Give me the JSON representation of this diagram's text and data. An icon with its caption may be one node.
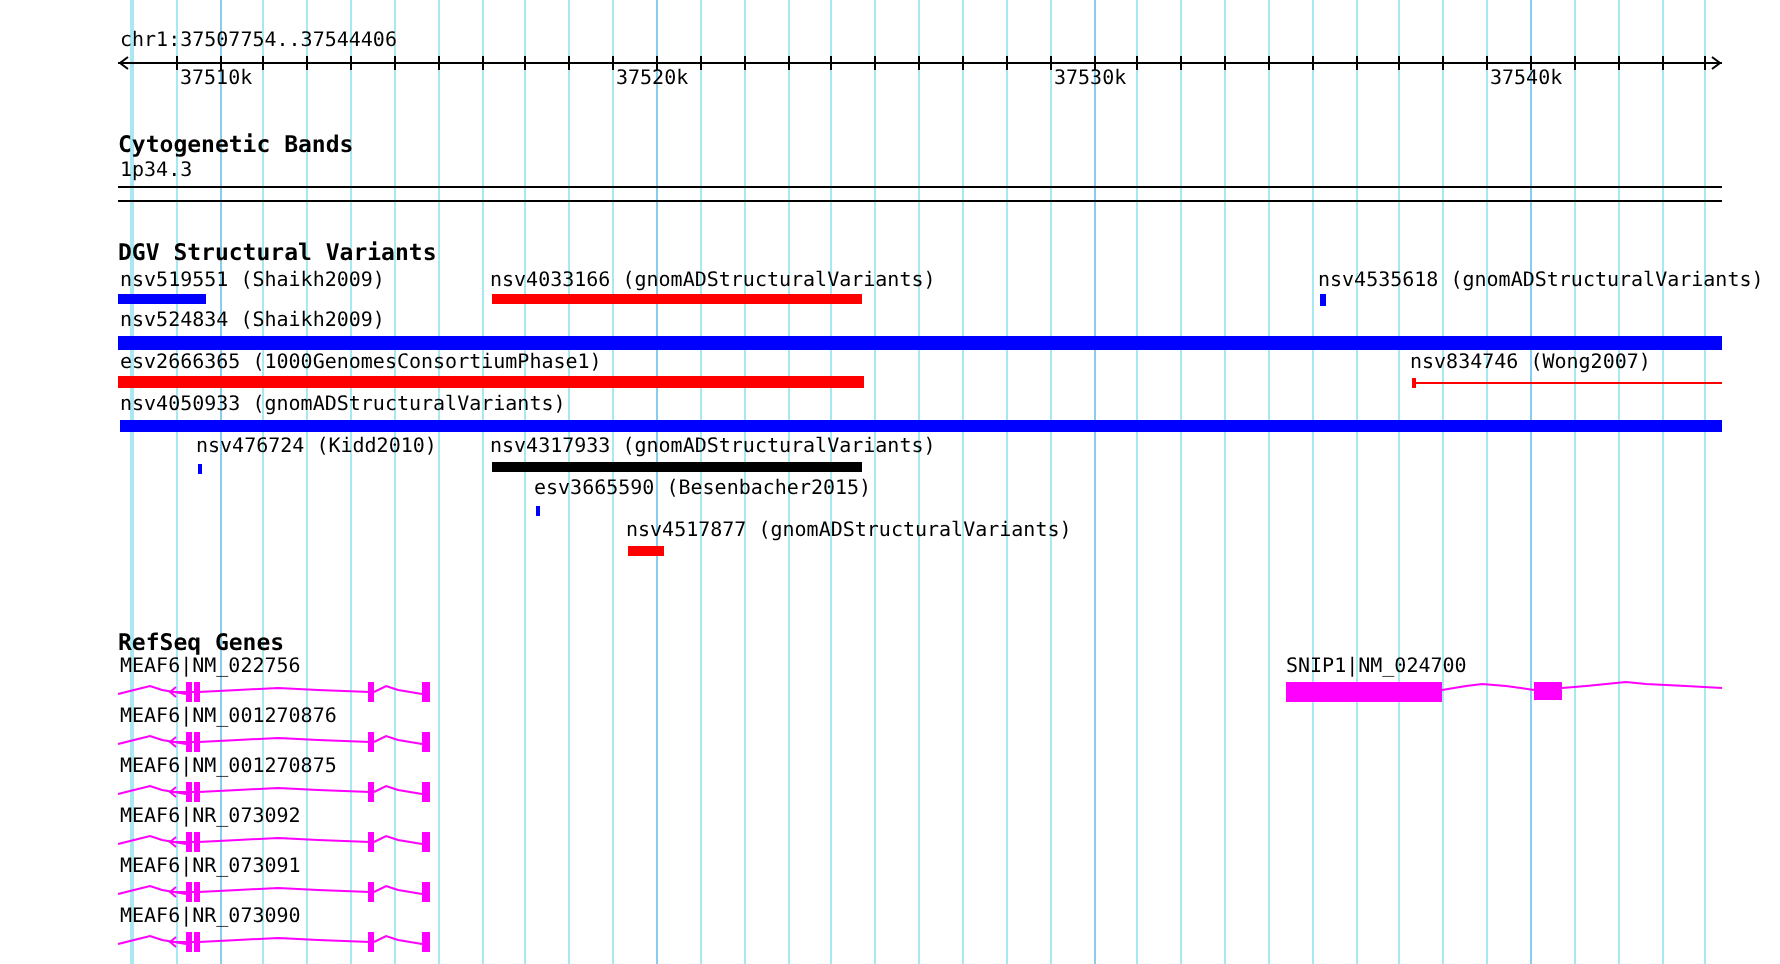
{
  "diagram": {
    "title": "chr1:37507754..37544406",
    "nodes": [
      {
        "text": [
          "nsv519551 (Shaikh2009)"
        ]
      },
      {
        "text": [
          "nsv4033166 (gnomADStructuralVariants)"
        ]
      },
      {
        "text": [
          "nsv4535618 (gnomADStructuralVariants)"
        ]
      },
      {
        "text": [
          "nsv524834 (Shaikh2009)"
        ]
      },
      {
        "text": [
          "esv2666365 (1000GenomesConsortiumPhase1)"
        ]
      },
      {
        "text": [
          "nsv834746 (Wong2007)"
        ]
      },
      {
        "text": [
          "nsv4050933 (gnomADStructuralVariants)"
        ]
      },
      {
        "text": [
          "nsv476724 (Kidd2010)"
        ]
      },
      {
        "text": [
          "nsv4317933 (gnomADStructuralVariants)"
        ]
      },
      {
        "text": [
          "esv3665590 (Besenbacher2015)"
        ]
      },
      {
        "text": [
          "nsv4517877 (gnomADStructuralVariants)"
        ]
      },
      {
        "text": [
          "MEAF6|NM_022756"
        ]
      },
      {
        "text": [
          "SNIP1|NM_024700"
        ]
      },
      {
        "text": [
          "MEAF6|NM_001270876"
        ]
      },
      {
        "text": [
          "MEAF6|NM_001270875"
        ]
      },
      {
        "text": [
          "MEAF6|NR_073092"
        ]
      },
      {
        "text": [
          "MEAF6|NR_073091"
        ]
      },
      {
        "text": [
          "MEAF6|NR_073090"
        ]
      }
    ],
    "labels": [
      "37510k",
      "37520k",
      "37530k",
      "37540k",
      "Cytogenetic Bands",
      "1p34.3",
      "DGV Structural Variants",
      "RefSeq Genes"
    ]
  }
}
